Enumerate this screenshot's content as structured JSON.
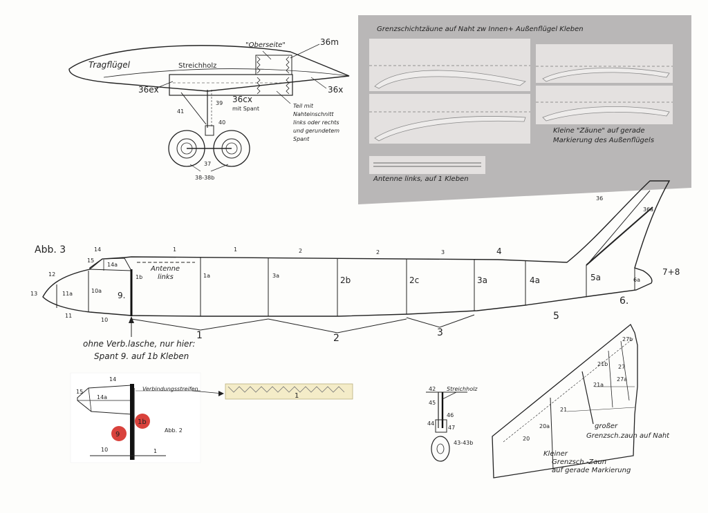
{
  "wing_detail": {
    "wing_label": "Tragflügel",
    "upper_side": "\"Oberseite\"",
    "matchstick": "Streichholz",
    "part_36m": "36m",
    "part_36x": "36x",
    "part_36ex": "36ex",
    "part_36cx": "36cx",
    "with_frame": "mit Spant",
    "part_41": "41",
    "part_39": "39",
    "part_40": "40",
    "part_37": "37",
    "part_38": "38-38b",
    "note": [
      "Teil mit",
      "Nahteinschnitt",
      "links oder rechts",
      "und gerundetem",
      "Spant"
    ]
  },
  "photo_panel": {
    "title": "Grenzschichtzäune auf Naht zw Innen+ Außenflügel Kleben",
    "small_fence_note": [
      "Kleine \"Zäune\" auf gerade",
      "Markierung des Außenflügels"
    ],
    "antenna_note": "Antenne links, auf 1 Kleben"
  },
  "figure": {
    "abb_label": "Abb. 3",
    "antenna_label": [
      "Antenne",
      "links"
    ],
    "note_line1": "ohne Verb.lasche, nur hier:",
    "note_line2": "Spant 9. auf 1b Kleben"
  },
  "fuselage_labels": {
    "p14": "14",
    "p15": "15",
    "p14a": "14a",
    "p12": "12",
    "p13": "13",
    "p11a": "11a",
    "p10a": "10a",
    "p11": "11",
    "p10": "10",
    "p9": "9.",
    "p1b": "1b",
    "p1a": "1a",
    "p3a": "3a",
    "p2b": "2b",
    "p2c": "2c",
    "p3a2": "3a",
    "p4a": "4a",
    "p5a": "5a",
    "p6a": "6a",
    "top1": "1",
    "top1b": "1",
    "top2": "2",
    "top2b": "2",
    "top3": "3",
    "top4": "4",
    "p36": "36",
    "p36a": "36a",
    "p78": "7+8",
    "p6": "6.",
    "p5": "5",
    "b1": "1",
    "b2": "2",
    "b3": "3"
  },
  "joint_detail": {
    "strip_label": "Verbindungsstreifen",
    "p15": "15",
    "p14": "14",
    "p14a": "14a",
    "abb2": "Abb. 2",
    "circle_9": "9",
    "circle_1b": "1b",
    "p10": "10",
    "p1": "1",
    "strip_part": "1"
  },
  "gear_detail": {
    "matchstick": "Streichholz",
    "p45": "45",
    "p46": "46",
    "p44": "44",
    "p47": "47",
    "p43": "43-43b",
    "p42": "42"
  },
  "outer_wing": {
    "big_fence": [
      "großer",
      "Grenzsch.zaun auf Naht"
    ],
    "small_fence": [
      "Kleiner",
      "Grenzsch.-Zaun",
      "auf gerade Markierung"
    ],
    "p20": "20",
    "p20a": "20a",
    "p21": "21",
    "p21a": "21a",
    "p21b": "21b",
    "p27": "27",
    "p27a": "27a",
    "p27b": "27b"
  },
  "colors": {
    "panel_bg": "#b9b7b7",
    "marker_red": "#d9423c",
    "paper_strip": "#f4ecc8"
  }
}
